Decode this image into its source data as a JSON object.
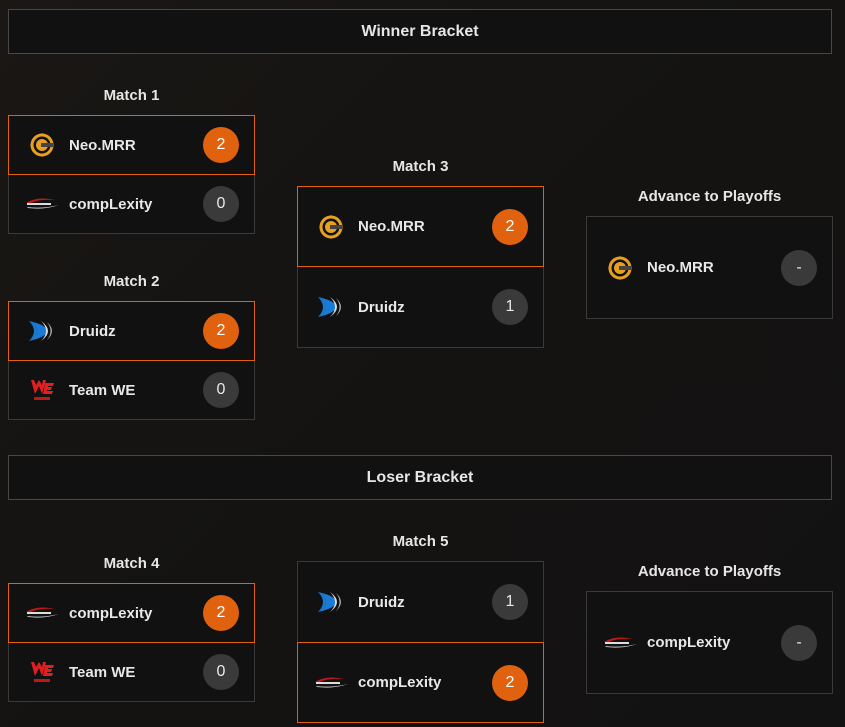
{
  "winner_bracket": {
    "title": "Winner Bracket",
    "match1": {
      "title": "Match 1",
      "team1": {
        "name": "Neo.MRR",
        "logo": "neo-mrr-logo",
        "score": "2",
        "winner": true
      },
      "team2": {
        "name": "compLexity",
        "logo": "complexity-logo",
        "score": "0",
        "winner": false
      }
    },
    "match2": {
      "title": "Match 2",
      "team1": {
        "name": "Druidz",
        "logo": "druidz-logo",
        "score": "2",
        "winner": true
      },
      "team2": {
        "name": "Team WE",
        "logo": "team-we-logo",
        "score": "0",
        "winner": false
      }
    },
    "match3": {
      "title": "Match 3",
      "team1": {
        "name": "Neo.MRR",
        "logo": "neo-mrr-logo",
        "score": "2",
        "winner": true
      },
      "team2": {
        "name": "Druidz",
        "logo": "druidz-logo",
        "score": "1",
        "winner": false
      }
    },
    "advance": {
      "title": "Advance to Playoffs",
      "team": {
        "name": "Neo.MRR",
        "logo": "neo-mrr-logo",
        "score": "-"
      }
    }
  },
  "loser_bracket": {
    "title": "Loser Bracket",
    "match4": {
      "title": "Match 4",
      "team1": {
        "name": "compLexity",
        "logo": "complexity-logo",
        "score": "2",
        "winner": true
      },
      "team2": {
        "name": "Team WE",
        "logo": "team-we-logo",
        "score": "0",
        "winner": false
      }
    },
    "match5": {
      "title": "Match 5",
      "team1": {
        "name": "Druidz",
        "logo": "druidz-logo",
        "score": "1",
        "winner": false
      },
      "team2": {
        "name": "compLexity",
        "logo": "complexity-logo",
        "score": "2",
        "winner": true
      }
    },
    "advance": {
      "title": "Advance to Playoffs",
      "team": {
        "name": "compLexity",
        "logo": "complexity-logo",
        "score": "-"
      }
    }
  },
  "colors": {
    "accent": "#e0620e",
    "score_neutral": "#3a3a3a",
    "panel": "#111111",
    "border": "#3a3a3a"
  }
}
